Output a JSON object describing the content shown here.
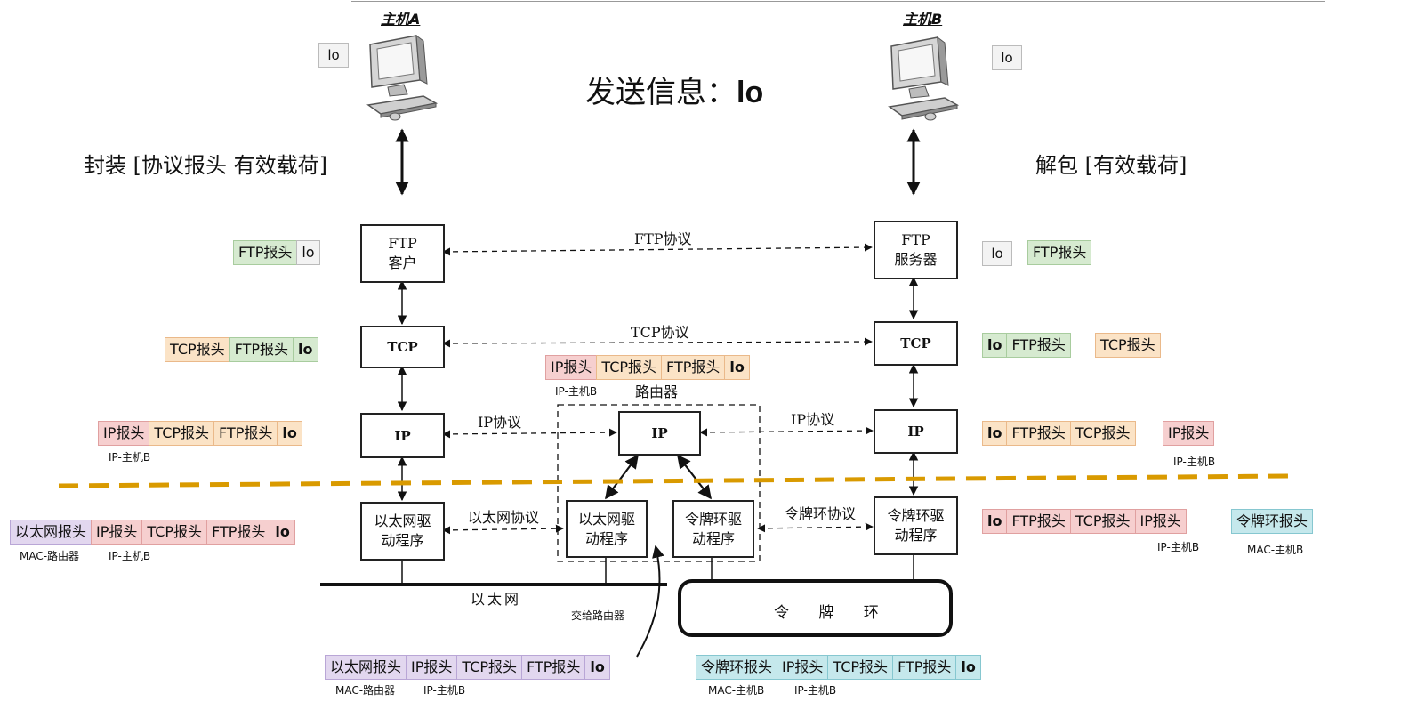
{
  "hosts": {
    "a": "主机A",
    "b": "主机B"
  },
  "io": "lo",
  "headline_prefix": "发送信息：",
  "headline_msg": "lo",
  "left_note": "封装 [协议报头 有效载荷]",
  "right_note": "解包 [有效载荷]",
  "boxes": {
    "ftp_client": [
      "FTP",
      "客户"
    ],
    "ftp_server": [
      "FTP",
      "服务器"
    ],
    "tcp": "TCP",
    "ip": "IP",
    "eth_driver": [
      "以太网驱",
      "动程序"
    ],
    "token_driver": [
      "令牌环驱",
      "动程序"
    ]
  },
  "protocols": {
    "ftp": "FTP协议",
    "tcp": "TCP协议",
    "ip_left": "IP协议",
    "ip_right": "IP协议",
    "eth": "以太网协议",
    "token": "令牌环协议"
  },
  "router": "路由器",
  "ethernet": "以太网",
  "token_ring": "令 牌 环",
  "handoff": "交给路由器",
  "headers": {
    "eth": "以太网报头",
    "ip": "IP报头",
    "tcp": "TCP报头",
    "ftp": "FTP报头",
    "token": "令牌环报头"
  },
  "sublabels": {
    "mac_router": "MAC-路由器",
    "ip_host_b": "IP-主机B",
    "mac_host_b": "MAC-主机B"
  },
  "colors": {
    "dashed_divider": "#d99a00",
    "eth": "#e2d7ef",
    "ip": "#f6cfcf",
    "tcp": "#fbe3c6",
    "ftp": "#d6ead0",
    "token": "#c5e8ec"
  },
  "icons": [
    "computer-a-icon",
    "computer-b-icon"
  ]
}
